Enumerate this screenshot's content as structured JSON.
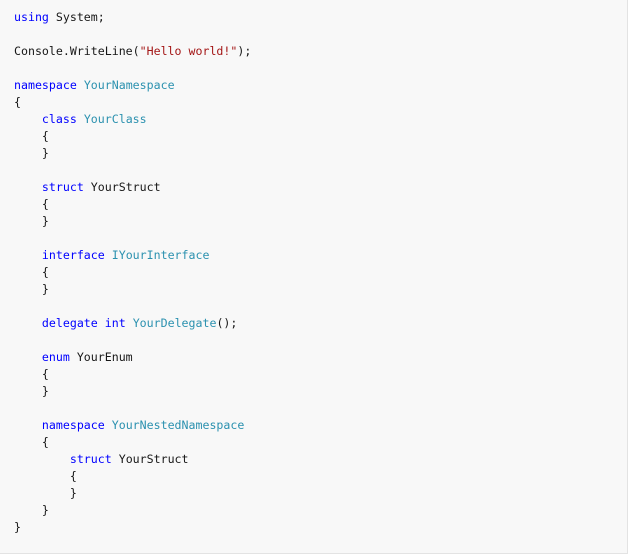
{
  "colors": {
    "background": "#f8f8f8",
    "keyword": "#0000ff",
    "type_name": "#2b91af",
    "string": "#a31515",
    "plain": "#171717"
  },
  "code": {
    "lines": [
      [
        {
          "t": "kw",
          "v": "using"
        },
        {
          "t": "pl",
          "v": " System;"
        }
      ],
      [],
      [
        {
          "t": "pl",
          "v": "Console.WriteLine("
        },
        {
          "t": "str",
          "v": "\"Hello world!\""
        },
        {
          "t": "pl",
          "v": ");"
        }
      ],
      [],
      [
        {
          "t": "kw",
          "v": "namespace"
        },
        {
          "t": "pl",
          "v": " "
        },
        {
          "t": "typ",
          "v": "YourNamespace"
        }
      ],
      [
        {
          "t": "pl",
          "v": "{"
        }
      ],
      [
        {
          "t": "pl",
          "v": "    "
        },
        {
          "t": "kw",
          "v": "class"
        },
        {
          "t": "pl",
          "v": " "
        },
        {
          "t": "typ",
          "v": "YourClass"
        }
      ],
      [
        {
          "t": "pl",
          "v": "    {"
        }
      ],
      [
        {
          "t": "pl",
          "v": "    }"
        }
      ],
      [],
      [
        {
          "t": "pl",
          "v": "    "
        },
        {
          "t": "kw",
          "v": "struct"
        },
        {
          "t": "pl",
          "v": " YourStruct"
        }
      ],
      [
        {
          "t": "pl",
          "v": "    {"
        }
      ],
      [
        {
          "t": "pl",
          "v": "    }"
        }
      ],
      [],
      [
        {
          "t": "pl",
          "v": "    "
        },
        {
          "t": "kw",
          "v": "interface"
        },
        {
          "t": "pl",
          "v": " "
        },
        {
          "t": "typ",
          "v": "IYourInterface"
        }
      ],
      [
        {
          "t": "pl",
          "v": "    {"
        }
      ],
      [
        {
          "t": "pl",
          "v": "    }"
        }
      ],
      [],
      [
        {
          "t": "pl",
          "v": "    "
        },
        {
          "t": "kw",
          "v": "delegate"
        },
        {
          "t": "pl",
          "v": " "
        },
        {
          "t": "kw",
          "v": "int"
        },
        {
          "t": "pl",
          "v": " "
        },
        {
          "t": "typ",
          "v": "YourDelegate"
        },
        {
          "t": "pl",
          "v": "();"
        }
      ],
      [],
      [
        {
          "t": "pl",
          "v": "    "
        },
        {
          "t": "kw",
          "v": "enum"
        },
        {
          "t": "pl",
          "v": " YourEnum"
        }
      ],
      [
        {
          "t": "pl",
          "v": "    {"
        }
      ],
      [
        {
          "t": "pl",
          "v": "    }"
        }
      ],
      [],
      [
        {
          "t": "pl",
          "v": "    "
        },
        {
          "t": "kw",
          "v": "namespace"
        },
        {
          "t": "pl",
          "v": " "
        },
        {
          "t": "typ",
          "v": "YourNestedNamespace"
        }
      ],
      [
        {
          "t": "pl",
          "v": "    {"
        }
      ],
      [
        {
          "t": "pl",
          "v": "        "
        },
        {
          "t": "kw",
          "v": "struct"
        },
        {
          "t": "pl",
          "v": " YourStruct"
        }
      ],
      [
        {
          "t": "pl",
          "v": "        {"
        }
      ],
      [
        {
          "t": "pl",
          "v": "        }"
        }
      ],
      [
        {
          "t": "pl",
          "v": "    }"
        }
      ],
      [
        {
          "t": "pl",
          "v": "}"
        }
      ]
    ]
  }
}
